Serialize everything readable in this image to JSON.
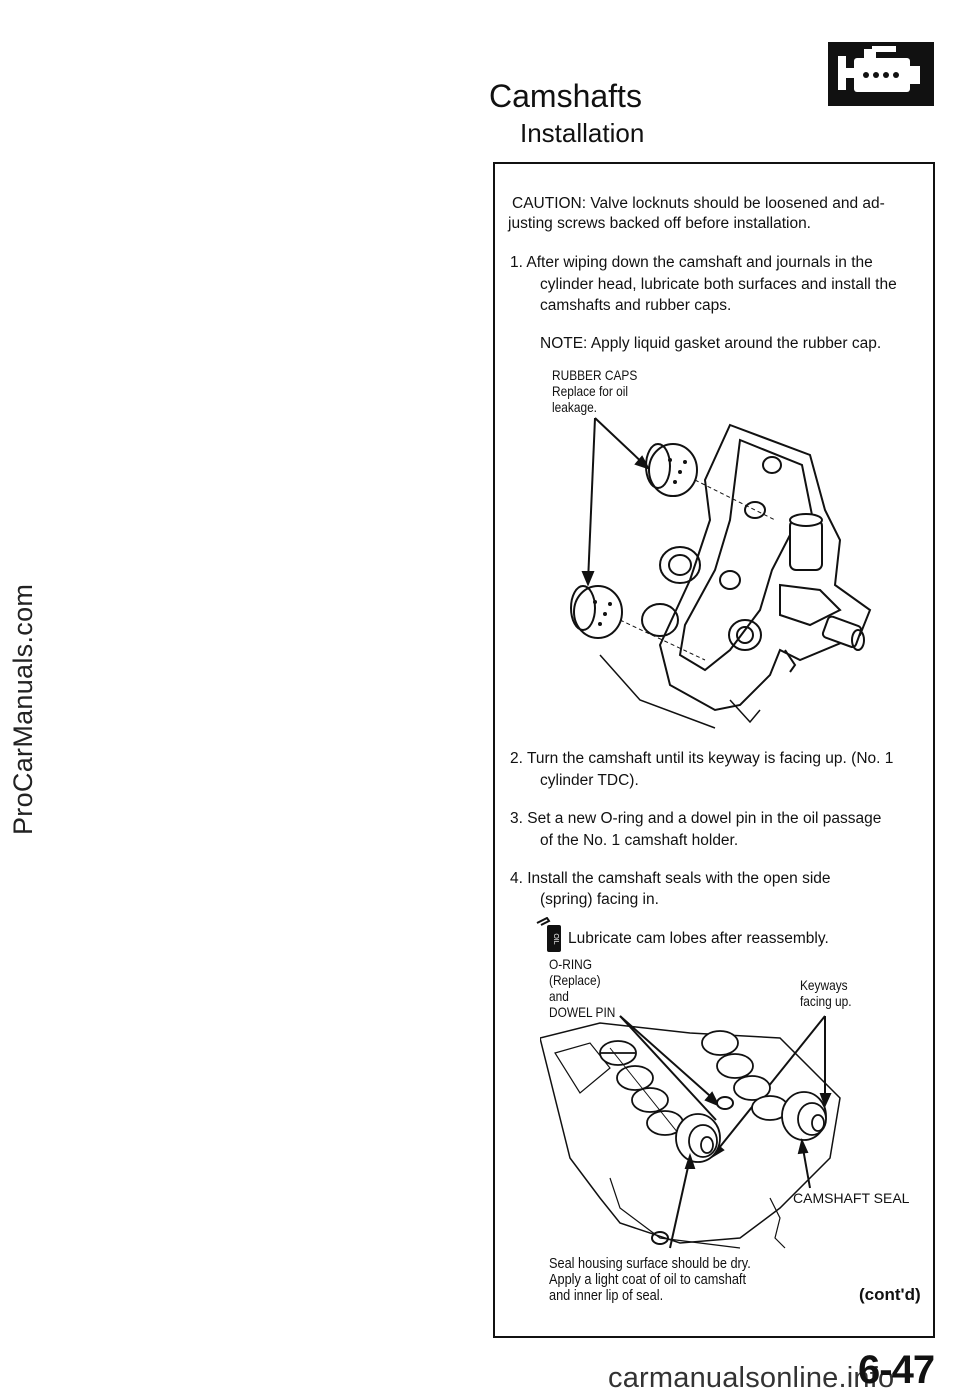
{
  "watermark_side": "ProCarManuals.com",
  "header": {
    "title": "Camshafts",
    "section": "Installation",
    "icon": "engine-icon"
  },
  "caution": {
    "line1": "CAUTION:  Valve locknuts should be loosened and ad-",
    "line2": "justing screws backed off before installation."
  },
  "steps": {
    "s1_l1": "1.    After wiping down the camshaft and journals in the",
    "s1_l2": "cylinder head, lubricate both surfaces and install the",
    "s1_l3": "camshafts and rubber caps.",
    "s1_note": "NOTE:  Apply liquid gasket around the rubber cap.",
    "s2_l1": "2.    Turn the camshaft until its keyway is facing up. (No. 1",
    "s2_l2": "cylinder TDC).",
    "s3_l1": "3.    Set a new O-ring and a dowel pin in the oil passage",
    "s3_l2": "of the No. 1 camshaft holder.",
    "s4_l1": "4.    Install the camshaft seals with the open side",
    "s4_l2": "(spring) facing in.",
    "lubricate": "Lubricate cam lobes after reassembly."
  },
  "figure1": {
    "cap_l1": "RUBBER CAPS",
    "cap_l2": "Replace for oil",
    "cap_l3": "leakage."
  },
  "figure2": {
    "oring_l1": "O-RING",
    "oring_l2": "(Replace)",
    "oring_l3": "and",
    "oring_l4": "DOWEL PIN",
    "keyways_l1": "Keyways",
    "keyways_l2": "facing up.",
    "seal": "CAMSHAFT SEAL",
    "housing_l1": "Seal housing surface should be dry.",
    "housing_l2": "Apply a light coat of oil to camshaft",
    "housing_l3": "and inner lip of seal."
  },
  "oil_icon_label": "OIL",
  "footer": {
    "contd": "(cont'd)",
    "page": "6-47",
    "watermark": "carmanualsonline.info"
  }
}
